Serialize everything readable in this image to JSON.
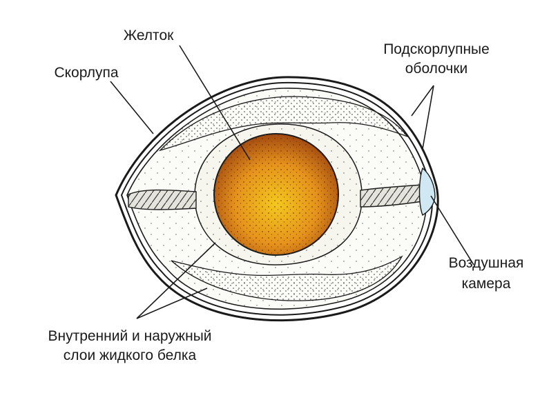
{
  "labels": {
    "yolk": "Желток",
    "shell": "Скорлупа",
    "shell_membranes_line1": "Подскорлупные",
    "shell_membranes_line2": "оболочки",
    "air_cell_line1": "Воздушная",
    "air_cell_line2": "камера",
    "albumen_line1": "Внутренний и наружный",
    "albumen_line2": "слои жидкого белка"
  },
  "colors": {
    "outline": "#1a1a1a",
    "albumen": "#fbfbf7",
    "dense_albumen": "#f2f2ea",
    "yolk_center": "#f0c020",
    "yolk_mid": "#e08a1a",
    "yolk_edge": "#a84a10",
    "air_cell": "#cfe8f3",
    "chalaza": "#d8d8d0"
  }
}
